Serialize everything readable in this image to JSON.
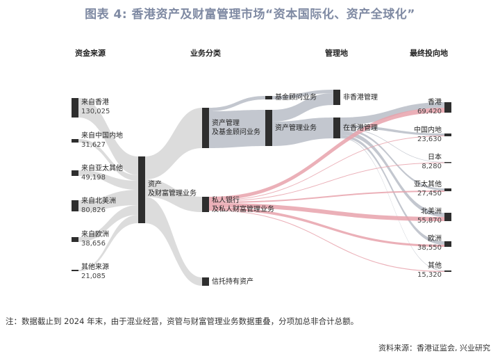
{
  "title": "图表 4:   香港资产及财富管理市场“资本国际化、资产全球化”",
  "columns": [
    "资金来源",
    "业务分类",
    "管理地",
    "最终投向地"
  ],
  "chart_data": {
    "type": "sankey",
    "title": "图表 4:   香港资产及财富管理市场“资本国际化、资产全球化”",
    "sources": [
      {
        "name": "来自香港",
        "value": "130,025"
      },
      {
        "name": "来自中国内地",
        "value": "31,627"
      },
      {
        "name": "来自亚太其他",
        "value": "49,198"
      },
      {
        "name": "来自北美洲",
        "value": "80,826"
      },
      {
        "name": "来自欧洲",
        "value": "38,656"
      },
      {
        "name": "其他来源",
        "value": "21,085"
      }
    ],
    "business": {
      "total": "资产\n及财富管理业务",
      "asset_mgmt": "资产管理\n及基金顾问业务",
      "private_banking": "私人银行\n及私人财富管理业务",
      "trust": "信托持有资产",
      "fund_advisory": "基金顾问业务",
      "asset_mgmt_business": "资产管理业务"
    },
    "management": {
      "non_hk": "非香港管理",
      "hk": "在香港管理"
    },
    "destinations": [
      {
        "name": "香港",
        "value": "69,420"
      },
      {
        "name": "中国内地",
        "value": "23,630"
      },
      {
        "name": "日本",
        "value": "8,280"
      },
      {
        "name": "亚太其他",
        "value": "27,450"
      },
      {
        "name": "北美洲",
        "value": "55,870"
      },
      {
        "name": "欧洲",
        "value": "38,550"
      },
      {
        "name": "其他",
        "value": "15,320"
      }
    ],
    "links": [
      [
        "来自香港",
        "资产及财富管理业务"
      ],
      [
        "来自中国内地",
        "资产及财富管理业务"
      ],
      [
        "来自亚太其他",
        "资产及财富管理业务"
      ],
      [
        "来自北美洲",
        "资产及财富管理业务"
      ],
      [
        "来自欧洲",
        "资产及财富管理业务"
      ],
      [
        "其他来源",
        "资产及财富管理业务"
      ],
      [
        "资产及财富管理业务",
        "资产管理及基金顾问业务"
      ],
      [
        "资产及财富管理业务",
        "私人银行及私人财富管理业务"
      ],
      [
        "资产及财富管理业务",
        "信托持有资产"
      ],
      [
        "资产管理及基金顾问业务",
        "基金顾问业务"
      ],
      [
        "资产管理及基金顾问业务",
        "资产管理业务"
      ],
      [
        "基金顾问业务",
        "非香港管理"
      ],
      [
        "资产管理业务",
        "非香港管理"
      ],
      [
        "资产管理业务",
        "在香港管理"
      ],
      [
        "在香港管理",
        "香港"
      ],
      [
        "在香港管理",
        "中国内地"
      ],
      [
        "在香港管理",
        "日本"
      ],
      [
        "在香港管理",
        "亚太其他"
      ],
      [
        "在香港管理",
        "北美洲"
      ],
      [
        "在香港管理",
        "欧洲"
      ],
      [
        "在香港管理",
        "其他"
      ],
      [
        "私人银行及私人财富管理业务",
        "香港"
      ],
      [
        "私人银行及私人财富管理业务",
        "中国内地"
      ],
      [
        "私人银行及私人财富管理业务",
        "日本"
      ],
      [
        "私人银行及私人财富管理业务",
        "亚太其他"
      ],
      [
        "私人银行及私人财富管理业务",
        "北美洲"
      ],
      [
        "私人银行及私人财富管理业务",
        "欧洲"
      ],
      [
        "私人银行及私人财富管理业务",
        "其他"
      ]
    ],
    "colors": {
      "node": "#2e2e2e",
      "source_flow": "#dcdcdc",
      "asset_flow": "#b9bdc7",
      "pb_flow": "#e7a2ac",
      "title": "#7f8aa3"
    }
  },
  "note": "注：数据截止到 2024 年末，由于混业经营，资管与财富管理业务数据重叠，分项加总非合计总额。",
  "source": "资料来源：香港证监会, 兴业研究"
}
